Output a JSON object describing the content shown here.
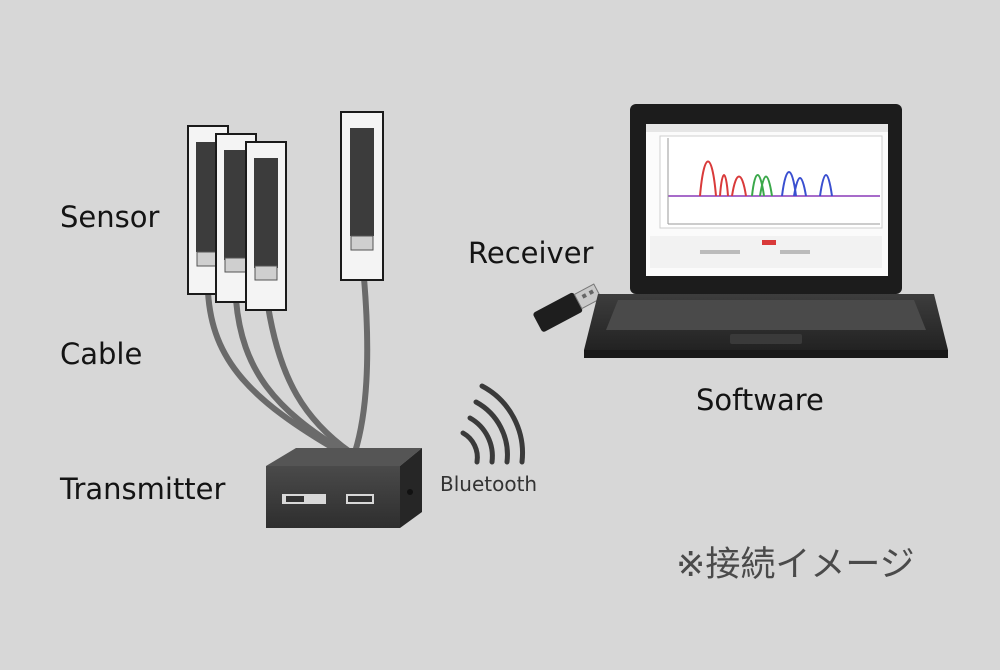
{
  "labels": {
    "sensor": "Sensor",
    "cable": "Cable",
    "transmitter": "Transmitter",
    "receiver": "Receiver",
    "software": "Software",
    "bluetooth": "Bluetooth",
    "note": "※接続イメージ"
  },
  "colors": {
    "background": "#d7d7d7",
    "device_dark": "#2b2b2b",
    "cable": "#6a6a6a",
    "peak_red": "#d93a3a",
    "peak_green": "#3aa84a",
    "peak_blue": "#3a4fd0",
    "peak_purple": "#8a3ab8"
  },
  "icons": {
    "wireless": "bluetooth-signal-icon"
  }
}
